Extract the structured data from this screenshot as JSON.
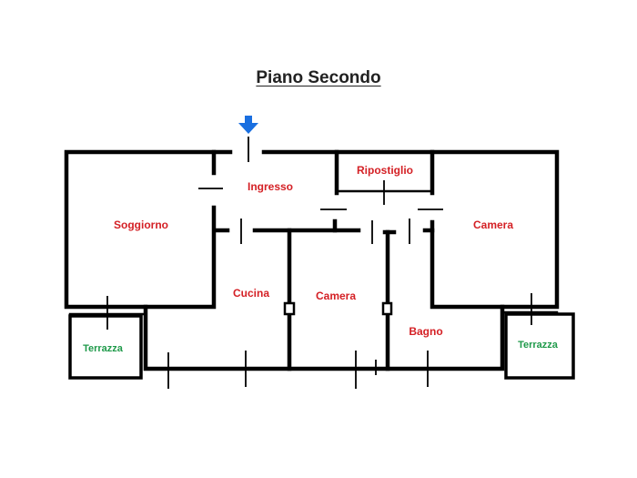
{
  "title": "Piano Secondo",
  "entrance_icon": "arrow-down-icon",
  "colors": {
    "room_label": "#d42025",
    "terrace_label": "#1f9a4a",
    "arrow": "#1a6fe0",
    "wall": "#000000"
  },
  "rooms": {
    "ingresso": "Ingresso",
    "soggiorno": "Soggiorno",
    "ripostiglio": "Ripostiglio",
    "camera_right": "Camera",
    "cucina": "Cucina",
    "camera_center": "Camera",
    "bagno": "Bagno",
    "terrazza_left": "Terrazza",
    "terrazza_right": "Terrazza"
  }
}
